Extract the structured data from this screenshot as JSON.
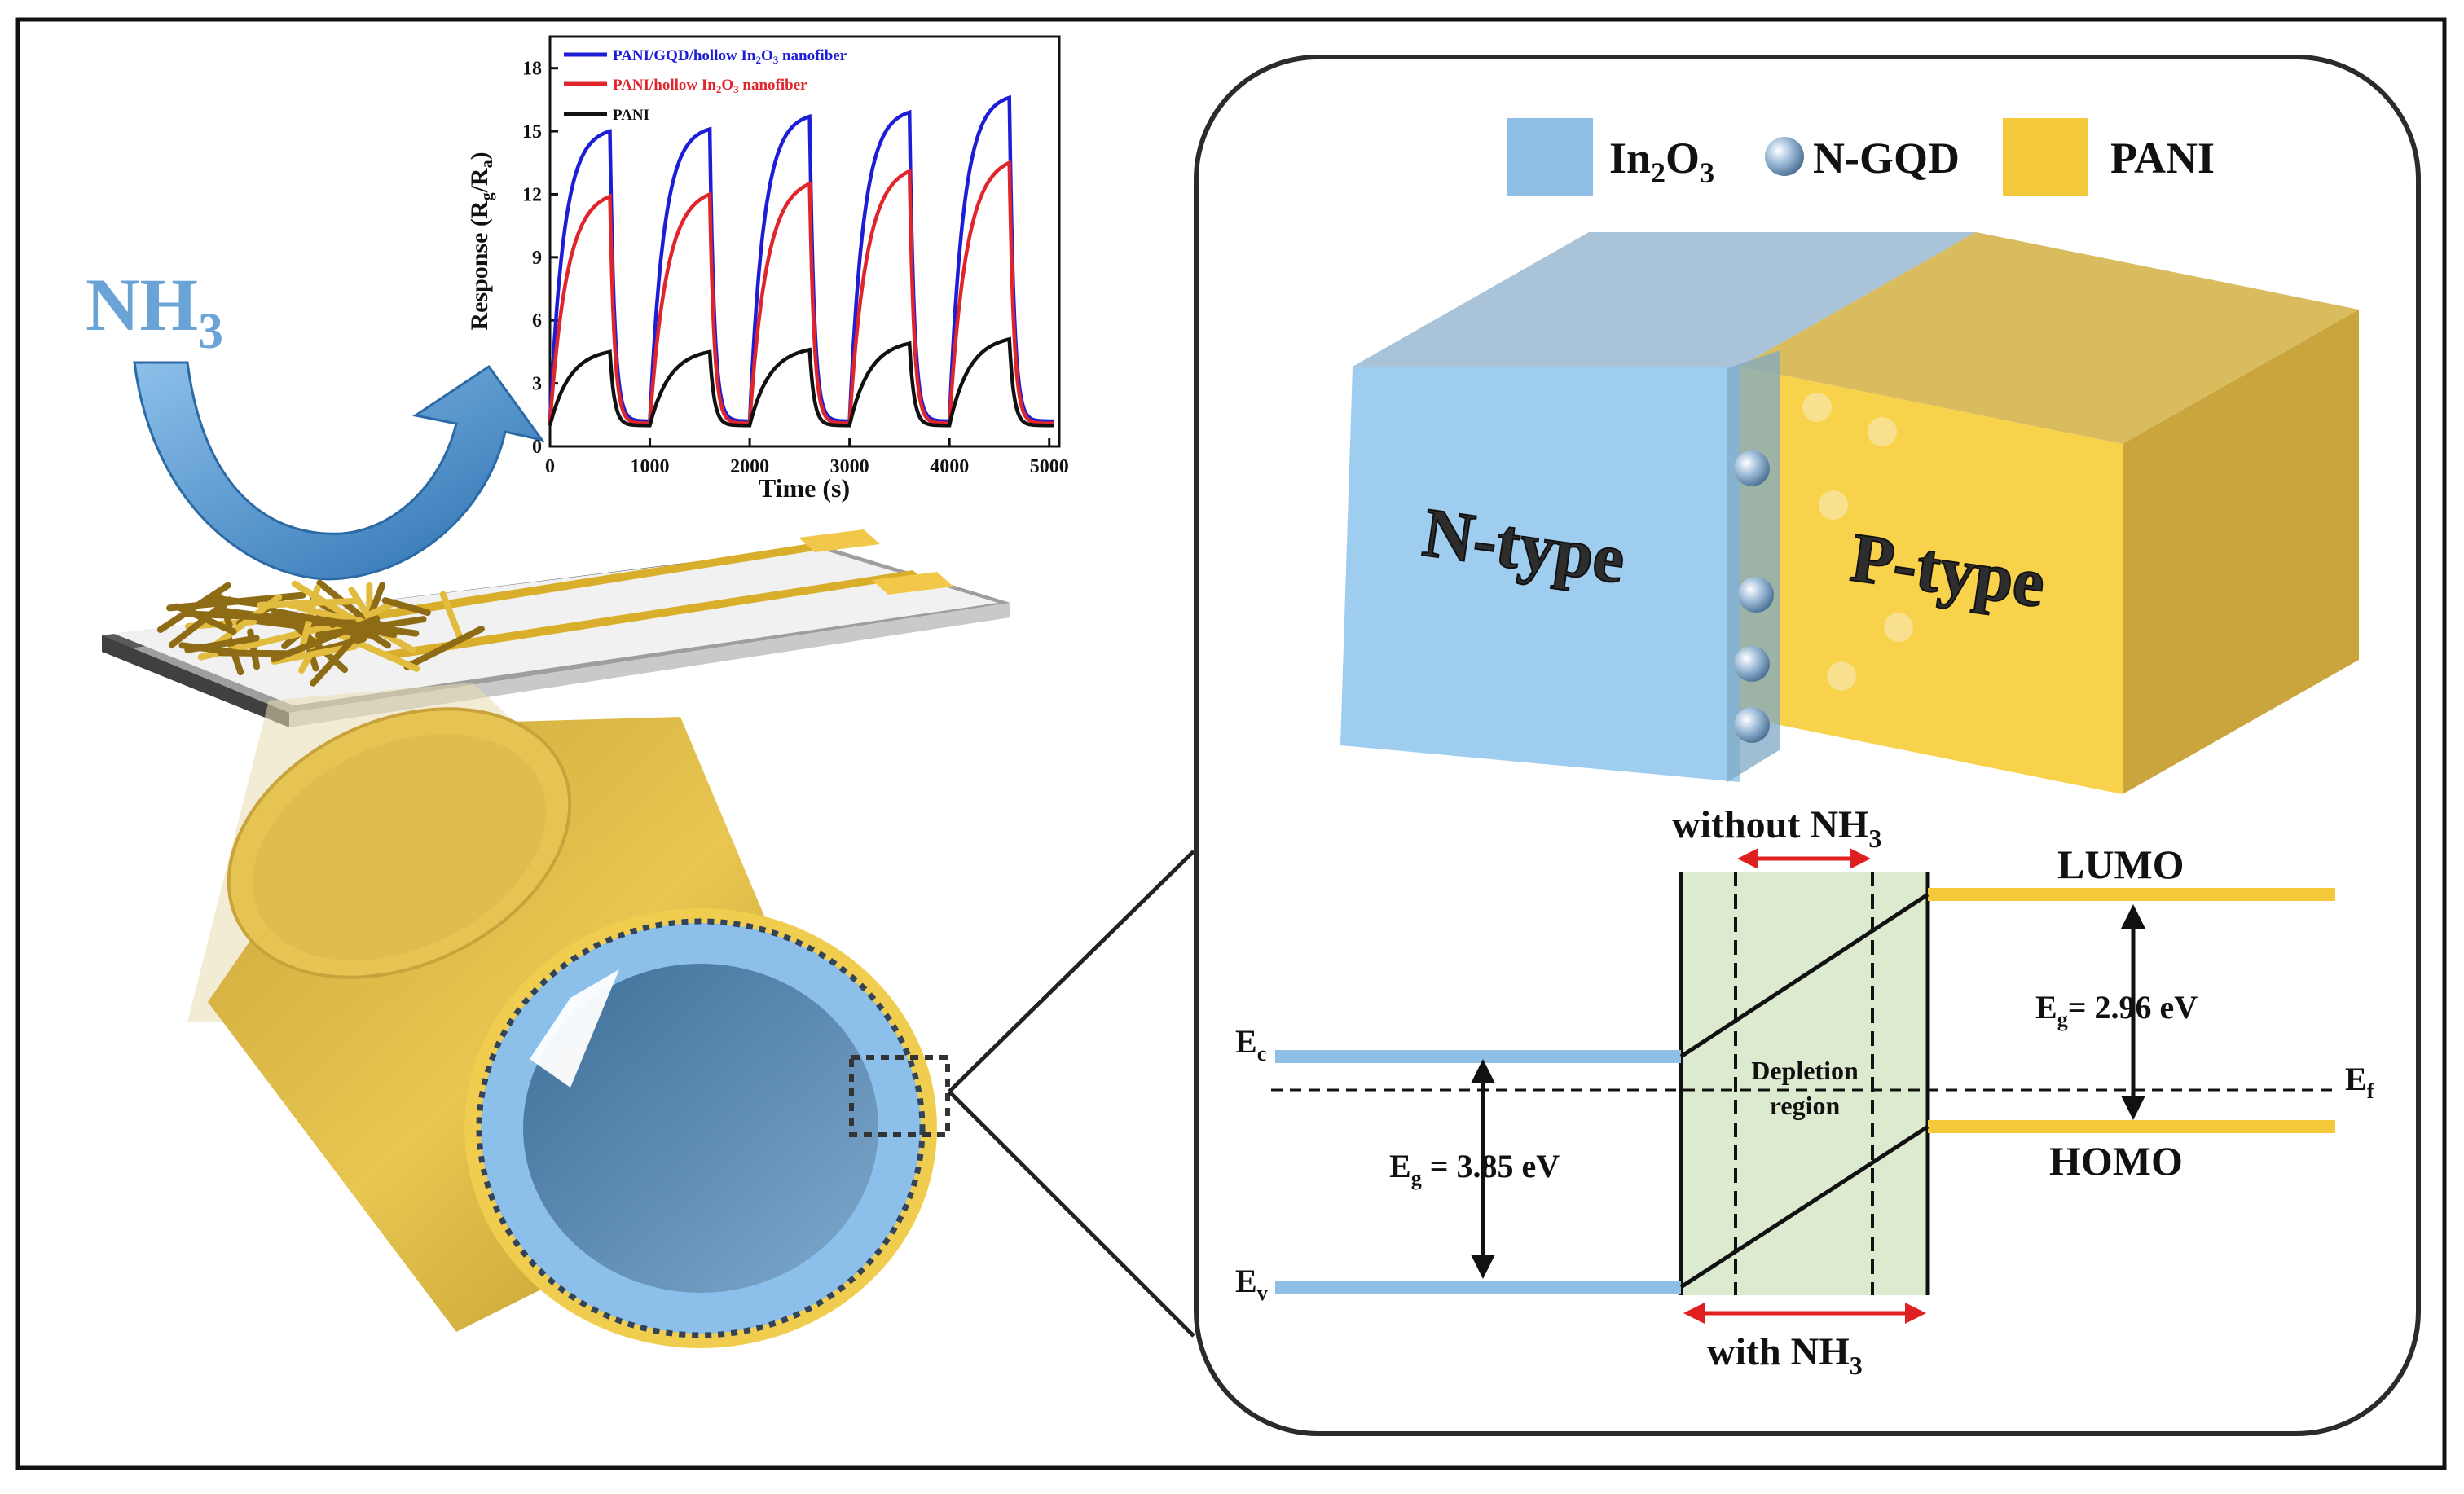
{
  "gas": {
    "base": "NH",
    "sub": "3"
  },
  "inset_chart": {
    "xlabel": "Time (s)",
    "ylabel_base": "Response (R",
    "ylabel_sub1": "g",
    "ylabel_mid": "/R",
    "ylabel_sub2": "a",
    "ylabel_end": ")",
    "legend": [
      {
        "pre": "PANI/GQD/hollow In",
        "sub1": "2",
        "mid": "O",
        "sub2": "3",
        "post": " nanofiber"
      },
      {
        "pre": "PANI/hollow In",
        "sub1": "2",
        "mid": "O",
        "sub2": "3",
        "post": " nanofiber"
      },
      {
        "pre": "PANI",
        "sub1": "",
        "mid": "",
        "sub2": "",
        "post": ""
      }
    ]
  },
  "chart_data": {
    "type": "line",
    "xlabel": "Time (s)",
    "ylabel": "Response (Rg/Ra)",
    "xlim": [
      0,
      5100
    ],
    "ylim": [
      0,
      19.5
    ],
    "xticks": [
      0,
      1000,
      2000,
      3000,
      4000,
      5000
    ],
    "yticks": [
      0,
      3,
      6,
      9,
      12,
      15,
      18
    ],
    "cycles": [
      [
        0,
        600,
        1000
      ],
      [
        1000,
        1600,
        2000
      ],
      [
        2000,
        2600,
        3000
      ],
      [
        3000,
        3600,
        4000
      ],
      [
        4000,
        4600,
        5050
      ]
    ],
    "series": [
      {
        "name": "PANI/GQD/hollow In2O3 nanofiber",
        "color": "#1d1dd6",
        "base": 1.2,
        "peaks": [
          15.0,
          15.1,
          15.7,
          15.9,
          16.6
        ],
        "tau": 140
      },
      {
        "name": "PANI/hollow In2O3 nanofiber",
        "color": "#e0252b",
        "base": 1.1,
        "peaks": [
          11.9,
          12.0,
          12.5,
          13.1,
          13.5
        ],
        "tau": 170
      },
      {
        "name": "PANI",
        "color": "#111111",
        "base": 1.0,
        "peaks": [
          4.5,
          4.5,
          4.6,
          4.9,
          5.1
        ],
        "tau": 200
      }
    ]
  },
  "legend": {
    "in2o3": {
      "base": "In",
      "s1": "2",
      "mid": "O",
      "s2": "3"
    },
    "ngqd": "N-GQD",
    "pani": "PANI"
  },
  "block": {
    "n_label": "N-type",
    "p_label": "P-type"
  },
  "band": {
    "without": {
      "base": "without NH",
      "sub": "3"
    },
    "with": {
      "base": "with NH",
      "sub": "3"
    },
    "lumo": "LUMO",
    "homo": "HOMO",
    "depletion1": "Depletion",
    "depletion2": "region",
    "ec": {
      "base": "E",
      "sub": "c"
    },
    "ev": {
      "base": "E",
      "sub": "v"
    },
    "ef": {
      "base": "E",
      "sub": "f"
    },
    "eg_left": {
      "base": "E",
      "sub": "g",
      "rest": " = 3.85 eV"
    },
    "eg_right": {
      "base": "E",
      "sub": "g",
      "rest": "= 2.96 eV"
    }
  },
  "colors": {
    "blue": "#8fbfe6",
    "yellow": "#f5c93c",
    "gold": "#d9ae2a",
    "depletion": "#dcebd0",
    "arrow_red": "#e02020"
  }
}
